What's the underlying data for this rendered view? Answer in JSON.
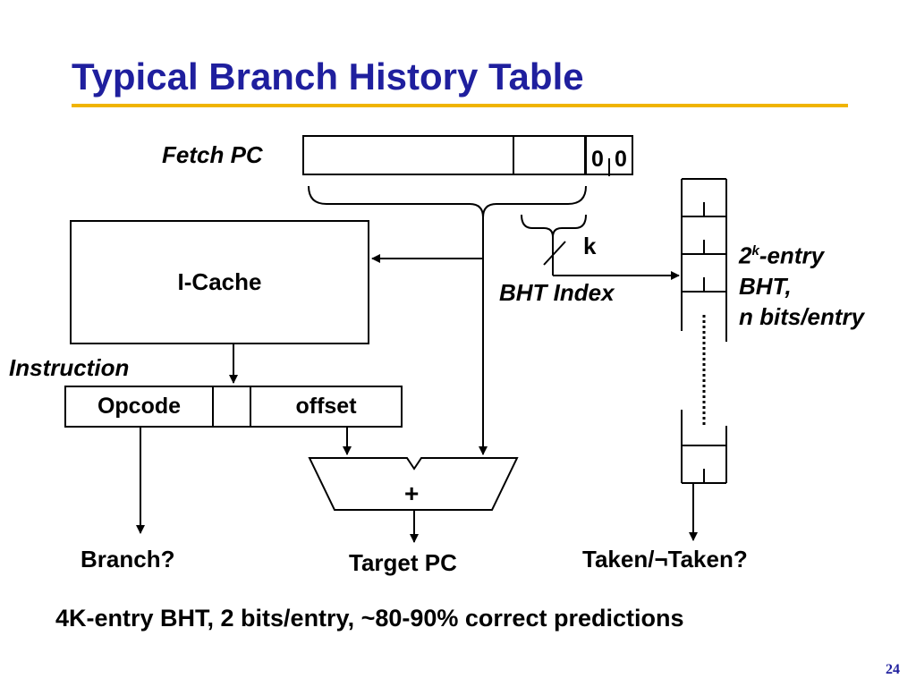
{
  "slide": {
    "title": "Typical Branch History Table",
    "page_number": "24"
  },
  "diagram": {
    "fetch_pc_label": "Fetch PC",
    "zero_bits": [
      "0",
      "0"
    ],
    "k_label": "k",
    "bht_index_label": "BHT Index",
    "icache_label": "I-Cache",
    "instruction_label": "Instruction",
    "fields": {
      "opcode": "Opcode",
      "offset": "offset"
    },
    "adder_label": "+",
    "bht_desc": {
      "prefix": "2",
      "superscript": "k",
      "line1_rest": "-entry",
      "line2": "BHT,",
      "line3": "n bits/entry"
    },
    "outputs": {
      "branch": "Branch?",
      "target_pc": "Target PC",
      "taken": "Taken/¬Taken?"
    },
    "summary": "4K-entry BHT, 2 bits/entry, ~80-90% correct predictions"
  }
}
